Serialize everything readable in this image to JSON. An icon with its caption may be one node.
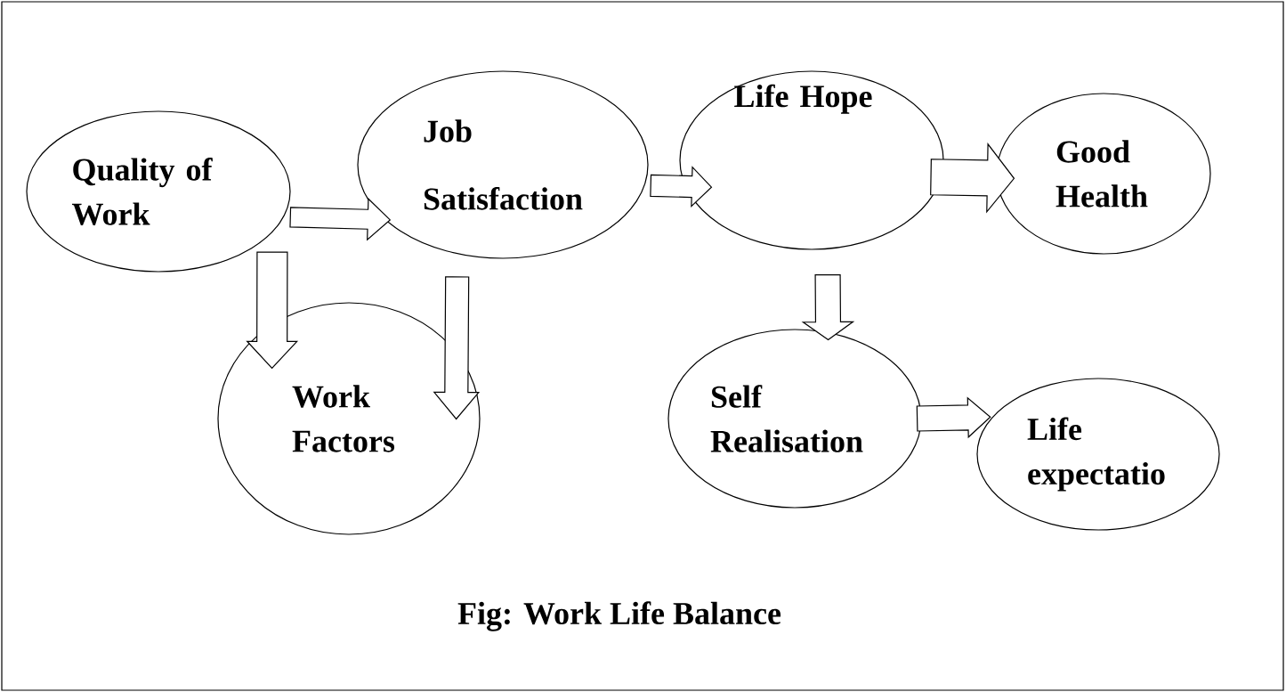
{
  "diagram": {
    "caption": "Fig: Work Life Balance",
    "nodes": [
      {
        "text": [
          "Quality of Work"
        ]
      },
      {
        "text": [
          "Job Satisfaction"
        ]
      },
      {
        "text": [
          "Life Hope"
        ]
      },
      {
        "text": [
          "Good Health"
        ]
      },
      {
        "text": [
          "Work Factors"
        ]
      },
      {
        "text": [
          "Self Realisation"
        ]
      },
      {
        "text": [
          "Life expectatio"
        ]
      }
    ],
    "edges": [
      {
        "from": 0,
        "to": 1,
        "arrow": "to"
      },
      {
        "from": 1,
        "to": 2,
        "arrow": "to"
      },
      {
        "from": 2,
        "to": 3,
        "arrow": "to"
      },
      {
        "from": 0,
        "to": 4,
        "arrow": "to"
      },
      {
        "from": 1,
        "to": 4,
        "arrow": "to"
      },
      {
        "from": 2,
        "to": 5,
        "arrow": "to"
      },
      {
        "from": 5,
        "to": 6,
        "arrow": "to"
      }
    ]
  }
}
